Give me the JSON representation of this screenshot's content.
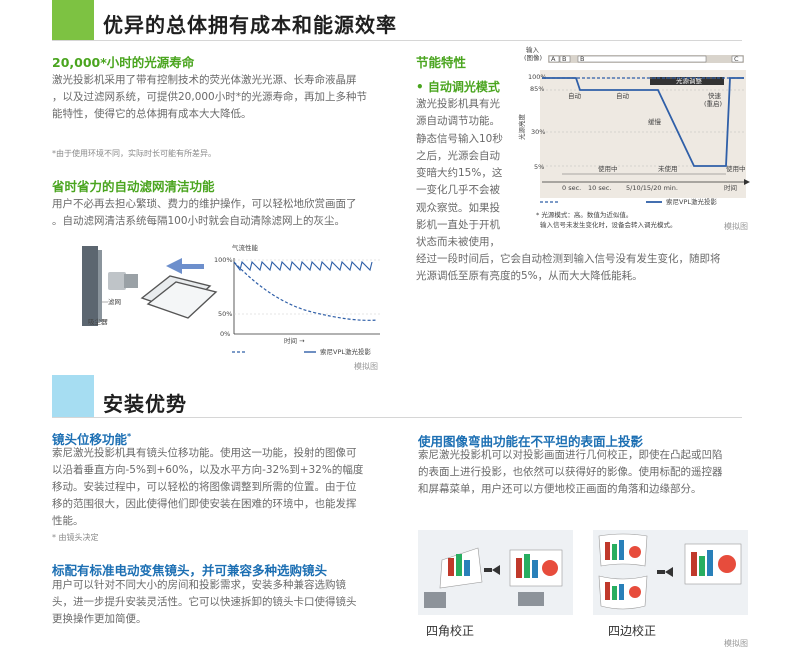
{
  "section1": {
    "title": "优异的总体拥有成本和能源效率",
    "accent": "#7dc242",
    "lamp_life": {
      "heading": "20,000*小时的光源寿命",
      "lines": [
        "激光投影机采用了带有控制技术的荧光体激光光源、长寿命液晶屏",
        "，以及过滤网系统，可提供20,000小时*的光源寿命，再加上多种节",
        "能特性，使得它的总体拥有成本大大降低。"
      ],
      "note": "*由于使用环境不同，实际时长可能有所差异。"
    },
    "filter": {
      "heading": "省时省力的自动滤网清洁功能",
      "lines": [
        "用户不必再去担心繁琐、费力的维护操作，可以轻松地欣赏画面了",
        "。自动滤网清洁系统每隔100小时就会自动清除滤网上的灰尘。"
      ],
      "device_labels": {
        "filter": "滤网",
        "dust": "吸尘器"
      },
      "chart": {
        "title": "气流性能",
        "y_ticks": [
          "100%",
          "50%",
          "0%"
        ],
        "x_label": "时间 →",
        "legend": "索尼VPL激光投影"
      },
      "sim": "模拟图"
    },
    "energy": {
      "heading": "节能特性",
      "sub_heading": "• 自动调光模式",
      "col_lines": [
        "激光投影机具有光",
        "源自动调节功能。",
        "静态信号输入10秒",
        "之后，光源会自动",
        "变暗大约15%，这",
        "一变化几乎不会被",
        "观众察觉。如果投",
        "影机一直处于开机",
        "状态而未被使用，"
      ],
      "wide_lines": [
        "经过一段时间后，它会自动检测到输入信号没有发生变化，随即将",
        "光源调低至原有亮度的5%，从而大大降低能耗。"
      ],
      "chart": {
        "input_label": "输入",
        "input_sub": "(图像)",
        "segments": [
          "A",
          "B",
          "B",
          "C"
        ],
        "y_label": "光源亮度",
        "y_ticks": [
          "100%",
          "85%",
          "30%",
          "5%"
        ],
        "bands": {
          "auto1": "自动",
          "auto2": "自动",
          "adjust": "光源调整",
          "fast": "快速",
          "fast_sub": "(重启)",
          "slow": "缓慢"
        },
        "x_ticks": [
          "0 sec.",
          "10 sec.",
          "5/10/15/20 min."
        ],
        "x_label": "时间",
        "status": {
          "in_use": "使用中",
          "not_used": "未使用",
          "in_use2": "使用中"
        },
        "legend": "索尼VPL激光投影",
        "footnote1": "* 光源模式：高。数值为近似值。",
        "footnote2": "输入信号未发生变化时，设备会转入调光模式。"
      },
      "sim": "模拟图"
    }
  },
  "section2": {
    "title": "安装优势",
    "accent": "#9ed8f0",
    "lens_shift": {
      "heading": "镜头位移功能",
      "heading_mark": "*",
      "lines": [
        "索尼激光投影机具有镜头位移功能。使用这一功能，投射的图像可",
        "以沿着垂直方向-5%到+60%，以及水平方向-32%到+32%的幅度",
        "移动。安装过程中，可以轻松的将图像调整到所需的位置。由于位",
        "移的范围很大，因此使得他们即使安装在困难的环境中，也能发挥",
        "性能。"
      ],
      "note": "* 由镜头决定"
    },
    "lens_std": {
      "heading": "标配有标准电动变焦镜头，并可兼容多种选购镜头",
      "lines": [
        "用户可以针对不同大小的房间和投影需求，安装多种兼容选购镜",
        "头，进一步提升安装灵活性。它可以快速拆卸的镜头卡口使得镜头",
        "更换操作更加简便。"
      ]
    },
    "warp": {
      "heading": "使用图像弯曲功能在不平坦的表面上投影",
      "lines": [
        "索尼激光投影机可以对投影画面进行几何校正，即使在凸起或凹陷",
        "的表面上进行投影，也依然可以获得好的影像。使用标配的遥控器",
        "和屏幕菜单，用户还可以方便地校正画面的角落和边缘部分。"
      ],
      "captions": [
        "四角校正",
        "四边校正"
      ],
      "sim": "模拟图"
    }
  },
  "colors": {
    "green": "#4aa51f",
    "blue": "#1c6fb3",
    "chart_blue": "#2f5fa8"
  }
}
